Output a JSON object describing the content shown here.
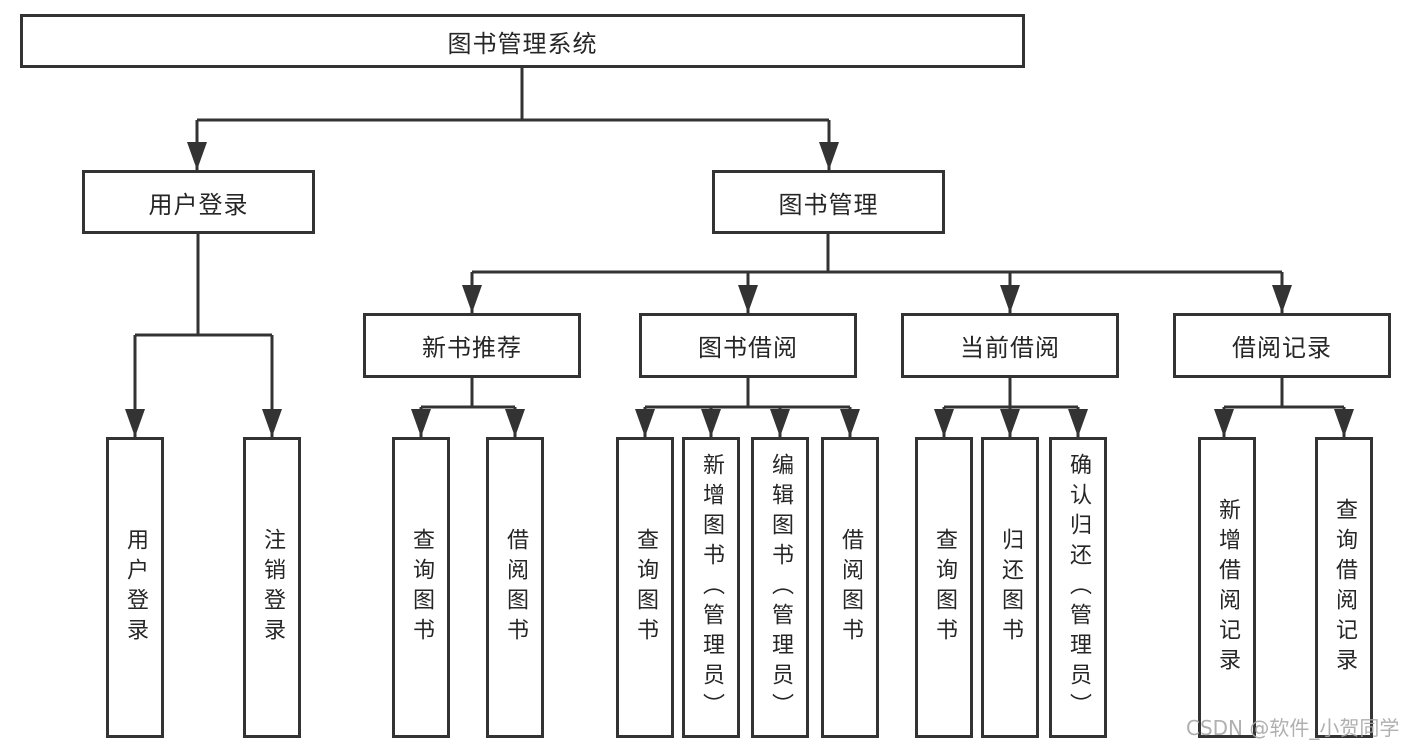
{
  "diagram": {
    "title": "图书管理系统",
    "level2": {
      "user_login": "用户登录",
      "book_management": "图书管理"
    },
    "level3": {
      "new_book": "新书推荐",
      "borrow": "图书借阅",
      "current": "当前借阅",
      "records": "借阅记录"
    },
    "leaves": {
      "user_login": [
        "用户登录",
        "注销登录"
      ],
      "new_book": [
        "查询图书",
        "借阅图书"
      ],
      "borrow": [
        "查询图书",
        "新增图书（管理员）",
        "编辑图书（管理员）",
        "借阅图书"
      ],
      "current": [
        "查询图书",
        "归还图书",
        "确认归还（管理员）"
      ],
      "records": [
        "新增借阅记录",
        "查询借阅记录"
      ]
    },
    "colors": {
      "line": "#333333",
      "box_background": "#ffffff",
      "text": "#262626",
      "watermark": "#a8a8a8"
    }
  },
  "watermark": "CSDN @软件_小贺同学"
}
